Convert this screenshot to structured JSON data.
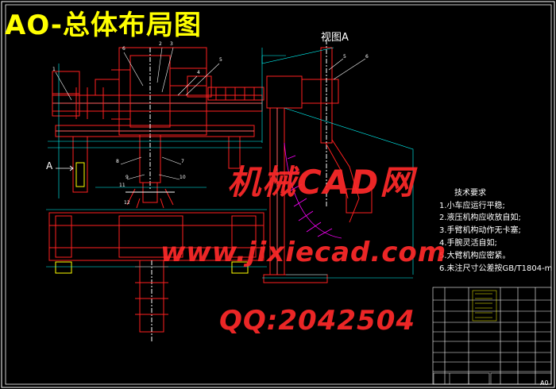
{
  "drawing": {
    "title": "AO-总体布局图",
    "view_label": "视图A",
    "section_label": "A",
    "sheet_label": "A0",
    "callouts": [
      "1",
      "2",
      "3",
      "4",
      "5",
      "6",
      "7",
      "8",
      "9",
      "10",
      "11",
      "12"
    ],
    "view_callouts": [
      "5",
      "6"
    ]
  },
  "requirements": {
    "heading": "技术要求",
    "items": [
      "1.小车应运行平稳;",
      "2.液压机构应收放自如;",
      "3.手臂机构动作无卡塞;",
      "4.手腕灵活自如;",
      "5.大臂机构应密紧。",
      "6.未注尺寸公差按GB/T1804-m"
    ]
  },
  "watermark": {
    "line1": "机械CAD网",
    "line2": "www.jixiecad.com",
    "line3": "QQ:2042504"
  },
  "colors": {
    "background": "#000000",
    "title": "#ffff00",
    "part": "#ff2020",
    "outline": "#ffffff",
    "dimension": "#00ffff",
    "hatch": "#ff00ff",
    "watermark": "#ff2a2a"
  }
}
